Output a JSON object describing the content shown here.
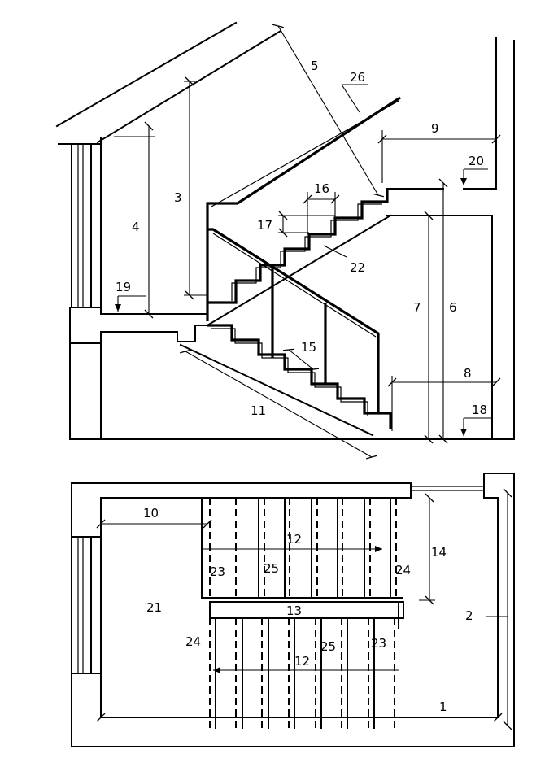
{
  "labels": {
    "l1": "1",
    "l2": "2",
    "l3": "3",
    "l4": "4",
    "l5": "5",
    "l6": "6",
    "l7": "7",
    "l8": "8",
    "l9": "9",
    "l10": "10",
    "l11": "11",
    "l12a": "12",
    "l12b": "12",
    "l13": "13",
    "l14": "14",
    "l15": "15",
    "l16": "16",
    "l17": "17",
    "l18": "18",
    "l19": "19",
    "l20": "20",
    "l21": "21",
    "l22": "22",
    "l23a": "23",
    "l23b": "23",
    "l24a": "24",
    "l24b": "24",
    "l25a": "25",
    "l25b": "25",
    "l26": "26"
  }
}
